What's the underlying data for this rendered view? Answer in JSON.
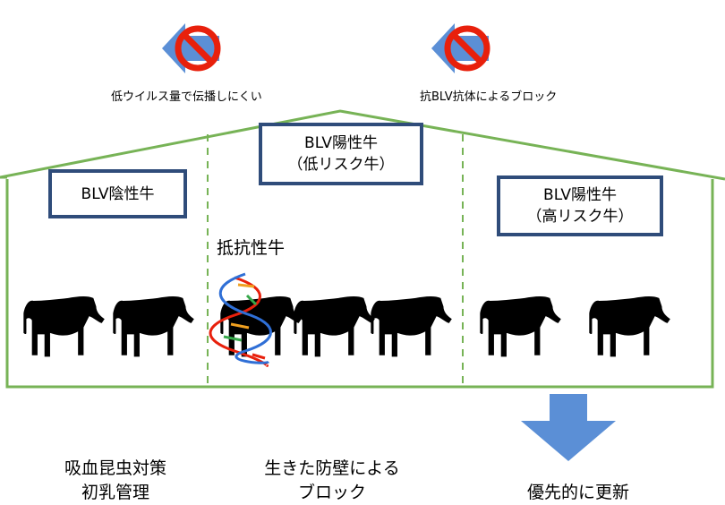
{
  "top_notes": {
    "left": "低ウイルス量で伝播しにくい",
    "right": "抗BLV抗体によるブロック"
  },
  "boxes": {
    "negative": "BLV陰性牛",
    "low_risk": {
      "line1": "BLV陽性牛",
      "line2": "（低リスク牛）"
    },
    "high_risk": {
      "line1": "BLV陽性牛",
      "line2": "（高リスク牛）"
    }
  },
  "resistant_label": "抵抗性牛",
  "bottom": {
    "left_line1": "吸血昆虫対策",
    "left_line2": "初乳管理",
    "middle_line1": "生きた防壁による",
    "middle_line2": "ブロック",
    "right": "優先的に更新"
  },
  "colors": {
    "barn_line": "#77b356",
    "box_border": "#2f4c7a",
    "arrow_blue": "#5b8fd6",
    "prohibit_red": "#e8200c",
    "cow": "#000000"
  },
  "icons": {
    "top_left": "prohibited-arrow-left-icon",
    "top_right": "prohibited-arrow-left-icon",
    "down": "arrow-down-icon",
    "cow": "cow-icon",
    "dna": "dna-helix-icon"
  }
}
